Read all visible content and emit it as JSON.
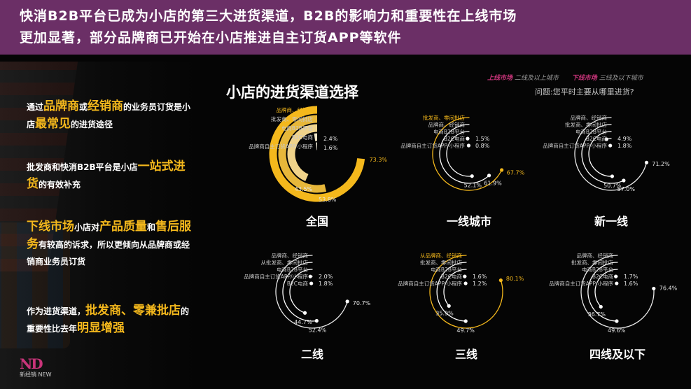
{
  "header": {
    "line1": "快消B2B平台已成为小店的第三大进货渠道，B2B的影响力和重要性在上线市场",
    "line2": "更加显著，部分品牌商已开始在小店推进自主订货APP等软件"
  },
  "left_panel": {
    "callouts": [
      {
        "segments": [
          {
            "t": "通过",
            "h": false
          },
          {
            "t": "品牌商",
            "h": true
          },
          {
            "t": "或",
            "h": false
          },
          {
            "t": "经销商",
            "h": true
          },
          {
            "t": "的业务员订货是小店",
            "h": false
          },
          {
            "t": "最常见",
            "h": true
          },
          {
            "t": "的进货途径",
            "h": false
          }
        ]
      },
      {
        "segments": [
          {
            "t": "批发商和快消B2B平台是小店",
            "h": false
          },
          {
            "t": "一站式进货",
            "h": true
          },
          {
            "t": "的有效补充",
            "h": false
          }
        ]
      },
      {
        "segments": [
          {
            "t": "下线市场",
            "h": true
          },
          {
            "t": "小店对",
            "h": false
          },
          {
            "t": "产品质量",
            "h": true
          },
          {
            "t": "和",
            "h": false
          },
          {
            "t": "售后服务",
            "h": true
          },
          {
            "t": "有较高的诉求，所以更倾向从品牌商或经销商业务员订货",
            "h": false
          }
        ]
      },
      {
        "segments": [
          {
            "t": "作为进货渠道，",
            "h": false
          },
          {
            "t": "批发商、零兼批店",
            "h": true
          },
          {
            "t": "的重要性比去年",
            "h": false
          },
          {
            "t": "明显增强",
            "h": true
          }
        ]
      }
    ],
    "logo_mark": "ND",
    "logo_text": "新经销 NEW"
  },
  "main_title": "小店的进货渠道选择",
  "legend": {
    "upper_name": "上线市场",
    "upper_desc": "二线及以上城市",
    "lower_name": "下线市场",
    "lower_desc": "三线及以下城市"
  },
  "question": "问题:您平时主要从哪里进货?",
  "colors": {
    "gold": "#f4b81c",
    "gold_light": "#f0d38a",
    "gold_pale": "#efe4c6",
    "gray_ring": "#bdbdbd",
    "white": "#ffffff",
    "label": "#c8c8c8",
    "accent_label": "#f4b81c"
  },
  "chart_data": [
    {
      "type": "radial-bar",
      "title": "全国",
      "style": "filled",
      "categories": [
        "品牌商、经销商",
        "批发商、零间批店",
        "电商B2B平台",
        "B2C电商",
        "品牌商自主订货APP/小程序"
      ],
      "values": [
        73.3,
        53.8,
        43.5,
        2.4,
        1.6
      ],
      "value_labels": [
        "73.3%",
        "53.8%",
        "43.5%",
        "2.4%",
        "1.6%"
      ],
      "highlight": 0
    },
    {
      "type": "radial-bar",
      "title": "一线城市",
      "style": "line",
      "categories": [
        "批发商、零间批店",
        "品牌商、经销商",
        "电商B2B平台",
        "B2C电商",
        "品牌商自主订货APP/小程序"
      ],
      "values": [
        67.7,
        61.9,
        52.1,
        1.5,
        0.8
      ],
      "value_labels": [
        "67.7%",
        "61.9%",
        "52.1%",
        "1.5%",
        "0.8%"
      ],
      "highlight": 0
    },
    {
      "type": "radial-bar",
      "title": "新一线",
      "style": "line",
      "categories": [
        "品牌商、经销商",
        "批发商、零间批店",
        "电商B2B平台",
        "B2C电商",
        "品牌商自主订货APP/小程序"
      ],
      "values": [
        71.2,
        57.0,
        50.7,
        4.9,
        1.8
      ],
      "value_labels": [
        "71.2%",
        "57.0%",
        "50.7%",
        "4.9%",
        "1.8%"
      ],
      "highlight": -1
    },
    {
      "type": "radial-bar",
      "title": "二线",
      "style": "line",
      "categories": [
        "品牌商、经销商",
        "从批发商、零间批店",
        "电商B2B平台",
        "品牌商自主订货APP/小程序",
        "B2C电商"
      ],
      "values": [
        70.7,
        52.4,
        44.7,
        2.0,
        1.8
      ],
      "value_labels": [
        "70.7%",
        "52.4%",
        "44.7%",
        "2.0%",
        "1.8%"
      ],
      "highlight": -1
    },
    {
      "type": "radial-bar",
      "title": "三线",
      "style": "line",
      "categories": [
        "从品牌商、经销商",
        "批发商、零间批店",
        "电商B2B平台",
        "B2C电商",
        "品牌商自主订货APP/小程序"
      ],
      "values": [
        80.1,
        49.7,
        35.9,
        1.6,
        1.2
      ],
      "value_labels": [
        "80.1%",
        "49.7%",
        "35.9%",
        "1.6%",
        "1.2%"
      ],
      "highlight": 0
    },
    {
      "type": "radial-bar",
      "title": "四线及以下",
      "style": "line",
      "categories": [
        "品牌商、经销商",
        "批发商、零间批店",
        "电商B2B平台",
        "B2C电商",
        "品牌商自主订货APP/小程序"
      ],
      "values": [
        76.4,
        49.6,
        36.7,
        1.7,
        1.6
      ],
      "value_labels": [
        "76.4%",
        "49.6%",
        "36.7%",
        "1.7%",
        "1.6%"
      ],
      "highlight": -1
    }
  ]
}
